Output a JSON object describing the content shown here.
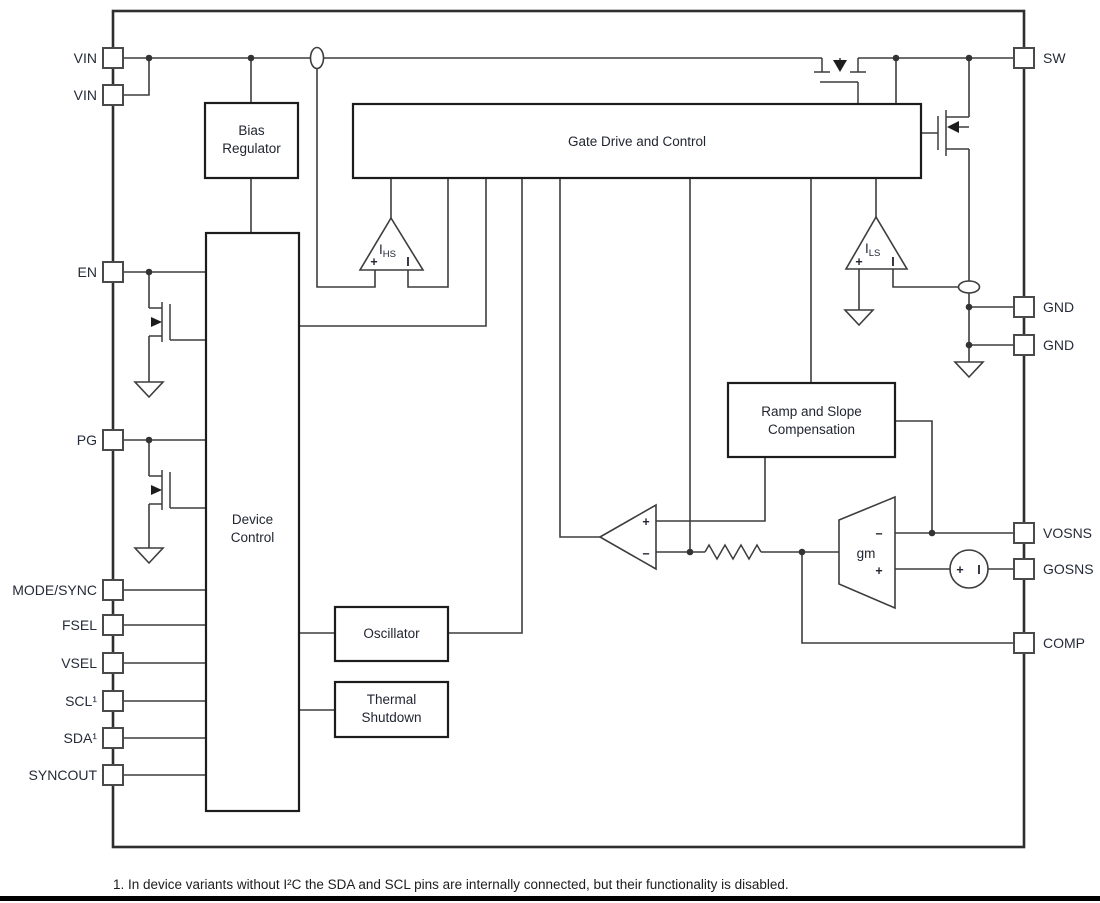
{
  "pins": {
    "left": [
      "VIN",
      "VIN",
      "EN",
      "PG",
      "MODE/SYNC",
      "FSEL",
      "VSEL",
      "SCL¹",
      "SDA¹",
      "SYNCOUT"
    ],
    "right": [
      "SW",
      "GND",
      "GND",
      "VOSNS",
      "GOSNS",
      "COMP"
    ]
  },
  "blocks": {
    "bias": [
      "Bias",
      "Regulator"
    ],
    "gate_drive": "Gate Drive and Control",
    "device": [
      "Device",
      "Control"
    ],
    "oscillator": "Oscillator",
    "thermal": [
      "Thermal",
      "Shutdown"
    ],
    "ramp": [
      "Ramp and Slope",
      "Compensation"
    ]
  },
  "amplifiers": {
    "high_side_sense": {
      "name": "I",
      "sub": "HS",
      "plus": "+",
      "out": "I"
    },
    "low_side_sense": {
      "name": "I",
      "sub": "LS",
      "plus": "+",
      "out": "I"
    },
    "comparator": {
      "plus": "+",
      "minus": "−"
    },
    "error_amp": {
      "label": "gm",
      "minus": "−",
      "plus": "+"
    },
    "reference_source": {
      "plus": "+",
      "out": "I"
    }
  },
  "footnote": "1. In device variants without I²C the SDA and SCL pins are internally connected, but their functionality is disabled.",
  "colors": {
    "wire": "#3d3d3d",
    "block_border": "#1c1c1c",
    "text": "#262b38",
    "bottom_bar": "#000000"
  }
}
